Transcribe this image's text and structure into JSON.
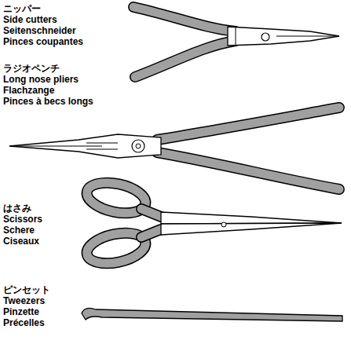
{
  "diagram": {
    "labels": [
      "ニッパー",
      "Side cutters",
      "Seitenschneider",
      "Pinces coupantes",
      "ラジオペンチ",
      "Long nose pliers",
      "Flachzange",
      "Pinces à becs longs",
      "はさみ",
      "Scissors",
      "Schere",
      "Ciseaux",
      "ピンセット",
      "Tweezers",
      "Pinzette",
      "Précelles"
    ]
  }
}
